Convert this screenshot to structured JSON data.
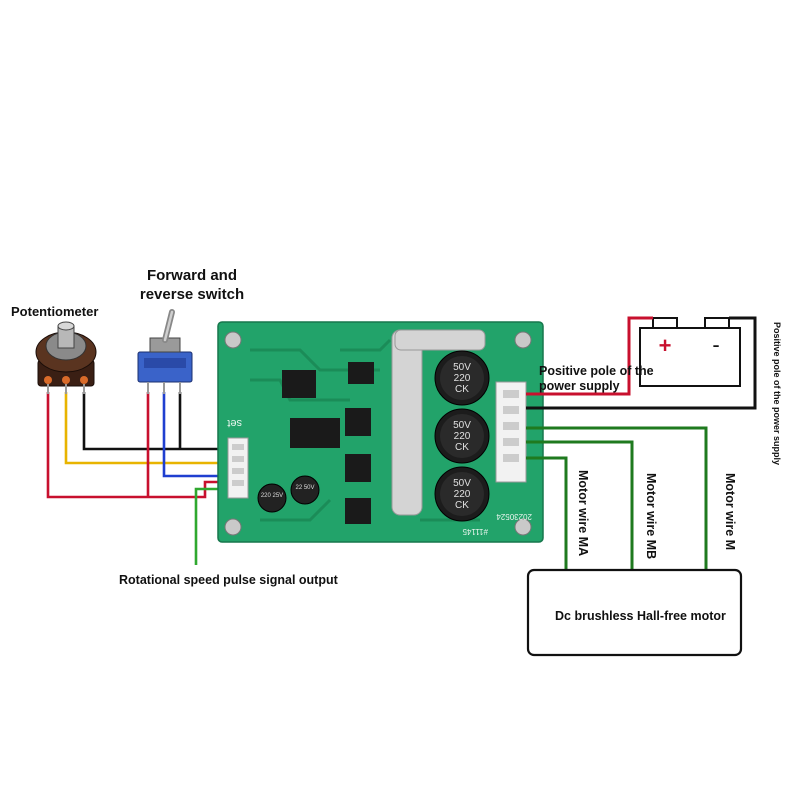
{
  "labels": {
    "potentiometer": "Potentiometer",
    "forward_reverse_line1": "Forward and",
    "forward_reverse_line2": "reverse switch",
    "positive_pole_line1": "Positive pole of the",
    "positive_pole_line2": "power supply",
    "positive_pole_vertical": "Positive pole of the power supply",
    "pulse_output": "Rotational speed pulse signal output",
    "motor": "Dc brushless Hall-free motor",
    "motor_wire_ma": "Motor wire MA",
    "motor_wire_mb": "Motor wire MB",
    "motor_wire_mc": "Motor wire M"
  },
  "board": {
    "silkscreen_set": "set",
    "date_code": "20230524",
    "id_code": "#11145",
    "capacitors": [
      {
        "line1": "CK",
        "line2": "220",
        "line3": "50V"
      },
      {
        "line1": "CK",
        "line2": "220",
        "line3": "50V"
      },
      {
        "line1": "CK",
        "line2": "220",
        "line3": "50V"
      }
    ],
    "small_cap_1": "220 25V",
    "small_cap_2": "22 50V"
  },
  "battery": {
    "plus": "+",
    "minus": "-"
  },
  "colors": {
    "wire_black": "#111111",
    "wire_red": "#c8102e",
    "wire_yellow": "#e8b400",
    "wire_blue": "#1f3fd0",
    "wire_green": "#2fa82f",
    "pcb_green": "#22a36a",
    "switch_blue": "#3a63c9"
  }
}
